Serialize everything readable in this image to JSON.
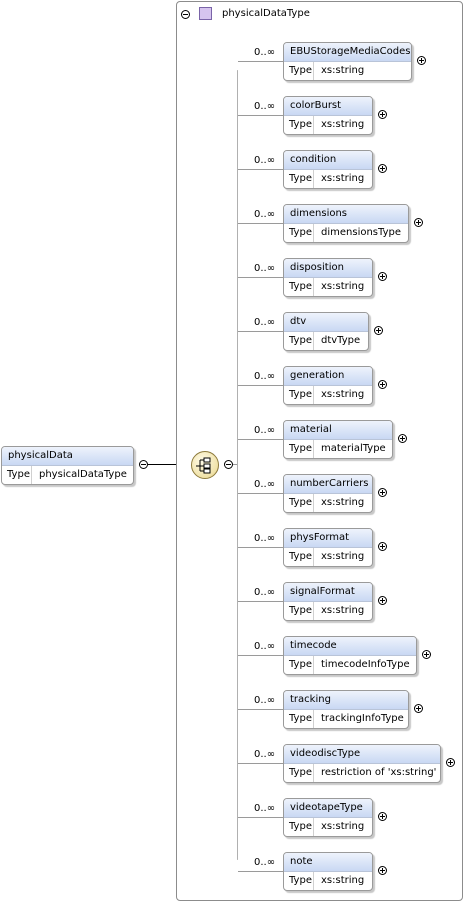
{
  "root": {
    "name": "physicalData",
    "type_label": "Type",
    "type_value": "physicalDataType"
  },
  "complex_type": {
    "name": "physicalDataType",
    "icon": "complex-type-icon"
  },
  "compositor": {
    "kind": "sequence",
    "icon": "sequence-compositor-icon"
  },
  "elements": [
    {
      "name": "EBUStorageMediaCodes",
      "type_label": "Type",
      "type_value": "xs:string",
      "occurs": "0..∞"
    },
    {
      "name": "colorBurst",
      "type_label": "Type",
      "type_value": "xs:string",
      "occurs": "0..∞"
    },
    {
      "name": "condition",
      "type_label": "Type",
      "type_value": "xs:string",
      "occurs": "0..∞"
    },
    {
      "name": "dimensions",
      "type_label": "Type",
      "type_value": "dimensionsType",
      "occurs": "0..∞"
    },
    {
      "name": "disposition",
      "type_label": "Type",
      "type_value": "xs:string",
      "occurs": "0..∞"
    },
    {
      "name": "dtv",
      "type_label": "Type",
      "type_value": "dtvType",
      "occurs": "0..∞"
    },
    {
      "name": "generation",
      "type_label": "Type",
      "type_value": "xs:string",
      "occurs": "0..∞"
    },
    {
      "name": "material",
      "type_label": "Type",
      "type_value": "materialType",
      "occurs": "0..∞"
    },
    {
      "name": "numberCarriers",
      "type_label": "Type",
      "type_value": "xs:string",
      "occurs": "0..∞"
    },
    {
      "name": "physFormat",
      "type_label": "Type",
      "type_value": "xs:string",
      "occurs": "0..∞"
    },
    {
      "name": "signalFormat",
      "type_label": "Type",
      "type_value": "xs:string",
      "occurs": "0..∞"
    },
    {
      "name": "timecode",
      "type_label": "Type",
      "type_value": "timecodeInfoType",
      "occurs": "0..∞"
    },
    {
      "name": "tracking",
      "type_label": "Type",
      "type_value": "trackingInfoType",
      "occurs": "0..∞"
    },
    {
      "name": "videodiscType",
      "type_label": "Type",
      "type_value": "restriction of 'xs:string'",
      "occurs": "0..∞"
    },
    {
      "name": "videotapeType",
      "type_label": "Type",
      "type_value": "xs:string",
      "occurs": "0..∞"
    },
    {
      "name": "note",
      "type_label": "Type",
      "type_value": "xs:string",
      "occurs": "0..∞"
    }
  ]
}
